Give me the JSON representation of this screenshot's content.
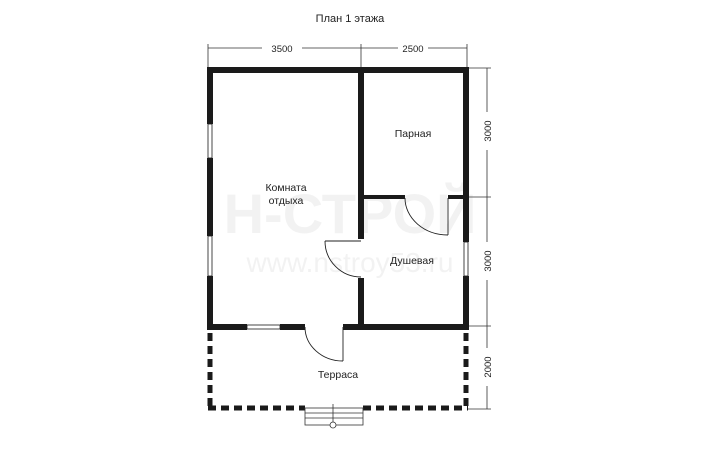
{
  "title": "План 1 этажа",
  "dimensions": {
    "top": [
      "3500",
      "2500"
    ],
    "right": [
      "3000",
      "3000",
      "2000"
    ]
  },
  "rooms": {
    "living": [
      "Комната",
      "отдыха"
    ],
    "steam": "Парная",
    "shower": "Душевая",
    "terrace": "Терраса"
  },
  "watermark": {
    "logo": "Н-СТРОЙ",
    "site": "www.nstroy53.ru"
  },
  "colors": {
    "wall": "#1a1a1a",
    "line": "#333333"
  }
}
